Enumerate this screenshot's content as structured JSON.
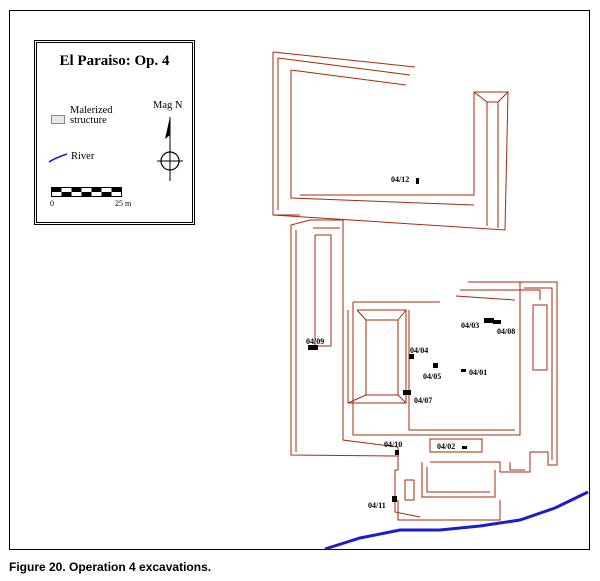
{
  "legend": {
    "title": "El Paraiso: Op. 4",
    "structure_label_line1": "Malerized",
    "structure_label_line2": "structure",
    "river_label": "River",
    "north_label": "Mag N",
    "scale_start": "0",
    "scale_end": "25 m"
  },
  "colors": {
    "structure": "#a52a0a",
    "river": "#1c1ccc",
    "unit": "#000000"
  },
  "units": [
    {
      "id": "04/01"
    },
    {
      "id": "04/02"
    },
    {
      "id": "04/03"
    },
    {
      "id": "04/04"
    },
    {
      "id": "04/05"
    },
    {
      "id": "04/07"
    },
    {
      "id": "04/08"
    },
    {
      "id": "04/09"
    },
    {
      "id": "04/10"
    },
    {
      "id": "04/11"
    },
    {
      "id": "04/12"
    }
  ],
  "caption": "Figure 20. Operation 4 excavations."
}
